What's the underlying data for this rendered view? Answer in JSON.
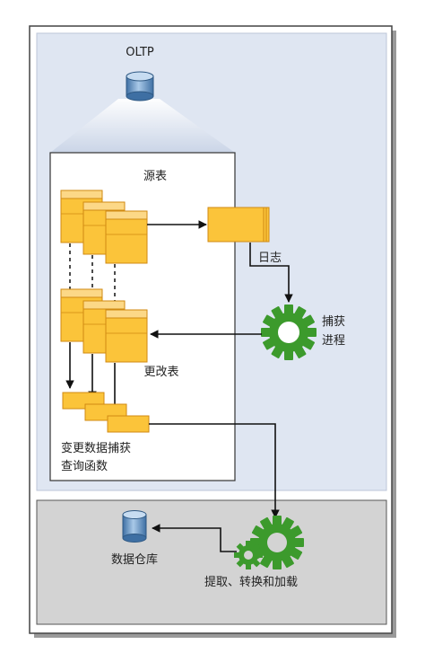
{
  "labels": {
    "oltp": "OLTP",
    "source_tables": "源表",
    "log": "日志",
    "capture_process_line1": "捕获",
    "capture_process_line2": "进程",
    "change_tables": "更改表",
    "cdc_functions_line1": "变更数据捕获",
    "cdc_functions_line2": "查询函数",
    "data_warehouse": "数据仓库",
    "etl": "提取、转换和加载"
  },
  "icons": {
    "database": "database-cylinder-icon",
    "gear": "gear-icon",
    "table": "table-icon"
  },
  "colors": {
    "oltp_zone": "#dfe6f2",
    "warehouse_zone": "#d3d3d3",
    "table_fill": "#fbc43a",
    "table_header": "#fcd887",
    "gear": "#3c9a2c",
    "cylinder": "#6e9bc8"
  }
}
